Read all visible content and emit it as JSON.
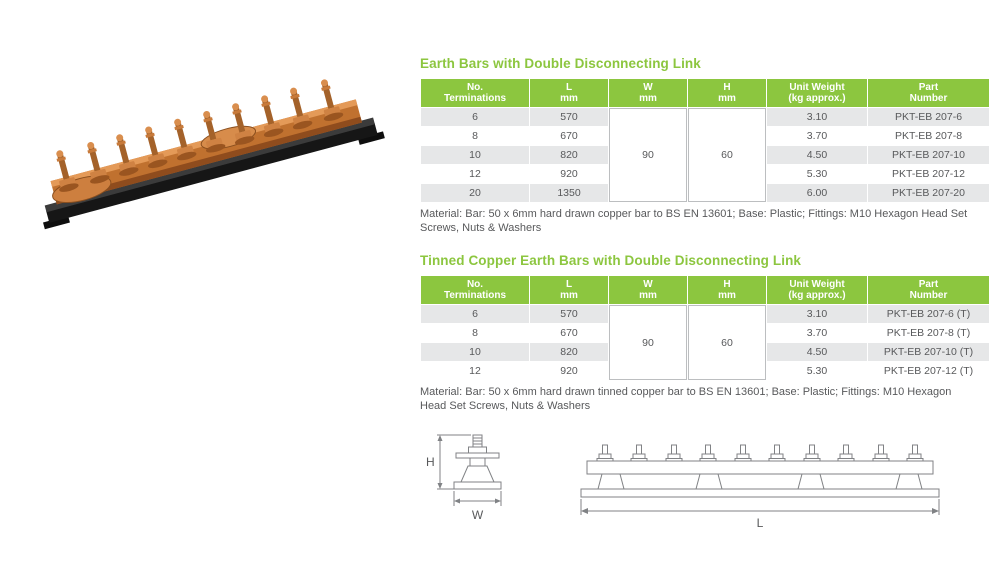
{
  "colors": {
    "accent_green": "#8cc63f",
    "row_alt_gray": "#e6e7e8",
    "body_text": "#58595b",
    "drawing_line": "#808285",
    "copper": "#c0712f",
    "base_black": "#1a1a1a"
  },
  "table_headers": [
    {
      "line1": "No.",
      "line2": "Terminations"
    },
    {
      "line1": "L",
      "line2": "mm"
    },
    {
      "line1": "W",
      "line2": "mm"
    },
    {
      "line1": "H",
      "line2": "mm"
    },
    {
      "line1": "Unit Weight",
      "line2": "(kg approx.)"
    },
    {
      "line1": "Part",
      "line2": "Number"
    }
  ],
  "section1": {
    "title": "Earth Bars with Double Disconnecting Link",
    "w": "90",
    "h": "60",
    "rows": [
      {
        "terminations": "6",
        "l": "570",
        "weight": "3.10",
        "part": "PKT-EB 207-6"
      },
      {
        "terminations": "8",
        "l": "670",
        "weight": "3.70",
        "part": "PKT-EB 207-8"
      },
      {
        "terminations": "10",
        "l": "820",
        "weight": "4.50",
        "part": "PKT-EB 207-10"
      },
      {
        "terminations": "12",
        "l": "920",
        "weight": "5.30",
        "part": "PKT-EB 207-12"
      },
      {
        "terminations": "20",
        "l": "1350",
        "weight": "6.00",
        "part": "PKT-EB 207-20"
      }
    ],
    "material": "Material: Bar: 50 x 6mm hard drawn copper bar to BS EN 13601; Base: Plastic; Fittings: M10 Hexagon Head Set Screws, Nuts & Washers"
  },
  "section2": {
    "title": "Tinned Copper Earth Bars with Double Disconnecting Link",
    "w": "90",
    "h": "60",
    "rows": [
      {
        "terminations": "6",
        "l": "570",
        "weight": "3.10",
        "part": "PKT-EB 207-6 (T)"
      },
      {
        "terminations": "8",
        "l": "670",
        "weight": "3.70",
        "part": "PKT-EB 207-8 (T)"
      },
      {
        "terminations": "10",
        "l": "820",
        "weight": "4.50",
        "part": "PKT-EB 207-10 (T)"
      },
      {
        "terminations": "12",
        "l": "920",
        "weight": "5.30",
        "part": "PKT-EB 207-12 (T)"
      }
    ],
    "material": "Material: Bar: 50 x 6mm hard drawn tinned copper bar to BS EN 13601; Base: Plastic; Fittings: M10 Hexagon Head Set Screws, Nuts & Washers"
  },
  "drawings": {
    "h_label": "H",
    "w_label": "W",
    "l_label": "L"
  }
}
